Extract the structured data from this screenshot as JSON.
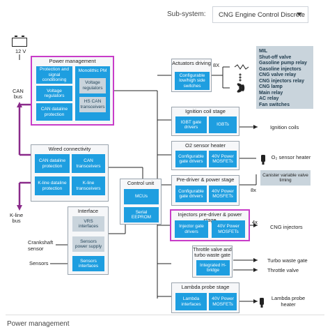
{
  "header": {
    "subsystem_label": "Sub-system:",
    "subsystem_value": "CNG Engine Control Discrete"
  },
  "battery": {
    "label": "12 V"
  },
  "bus_labels": {
    "can_bus": "CAN\nbus",
    "kline_bus": "K-line\nbus"
  },
  "power_management": {
    "title": "Power management",
    "protection": "Protection and signal conditioning",
    "voltage_regulators": "Voltage regulators",
    "can_dataline_protection": "CAN dataline protection",
    "monolithic_title": "Monolithic PM",
    "mono_voltage_regulators": "Voltage regulators",
    "hs_can": "HS CAN transceivers"
  },
  "wired_connectivity": {
    "title": "Wired connectivity",
    "can_dataline_protection": "CAN dataline protection",
    "can_transceivers": "CAN transceivers",
    "kline_dataline_protection": "K-line dataline protection",
    "kline_transceivers": "K-line transceivers"
  },
  "interface": {
    "title": "Interface",
    "vrs": "VRS interfaces",
    "sensors_supply": "Sensors power supply",
    "sensors_interfaces": "Sensors interfaces"
  },
  "inputs": {
    "crankshaft": "Crankshaft sensor",
    "sensors": "Sensors"
  },
  "control_unit": {
    "title": "Control unit",
    "mcus": "MCUs",
    "eeprom": "Serial EEPROM"
  },
  "actuators": {
    "title": "Actuators driving",
    "switches": "Configurable low/high side switches",
    "count": "8X"
  },
  "legend_items": [
    "MIL",
    "Shut-off valve",
    "Gasoline pump relay",
    "Gasoline injectors",
    "CNG valve relay",
    "CNG injectors relay",
    "CNG lamp",
    "Main relay",
    "AC relay",
    "Fan switches"
  ],
  "ignition": {
    "title": "Ignition coil stage",
    "igbt_drivers": "IGBT gate drivers",
    "igbts": "IGBTs",
    "output": "Ignition coils"
  },
  "o2": {
    "title": "O2 sensor heater",
    "drivers": "Configurable gate drivers",
    "mosfets": "40V Power MOSFETs",
    "output": "O₂ sensor heater"
  },
  "predriver": {
    "title": "Pre-driver & power stage",
    "drivers": "Configurable gate drivers",
    "mosfets": "40V Power MOSFETs",
    "count": "8x",
    "canister": "Canister variable valve timing"
  },
  "injectors": {
    "title": "Injectors pre-driver & power stage",
    "drivers": "Injector gate drivers",
    "mosfets": "40V Power MOSFETs",
    "count": "4x",
    "output": "CNG injectors"
  },
  "throttle": {
    "title": "Throttle valve and turbo waste gate",
    "hbridge": "Integrated H-bridge",
    "out1": "Turbo waste gate",
    "out2": "Throttle valve"
  },
  "lambda": {
    "title": "Lambda probe stage",
    "interfaces": "Lambda interfaces",
    "mosfets": "40V Power MOSFETs",
    "output": "Lambda probe heater"
  },
  "caption": "Power management",
  "colors": {
    "block": "#1e9ee0",
    "highlight": "#c83cc8",
    "grey": "#c9d4dc",
    "line": "#8a2a8a"
  }
}
